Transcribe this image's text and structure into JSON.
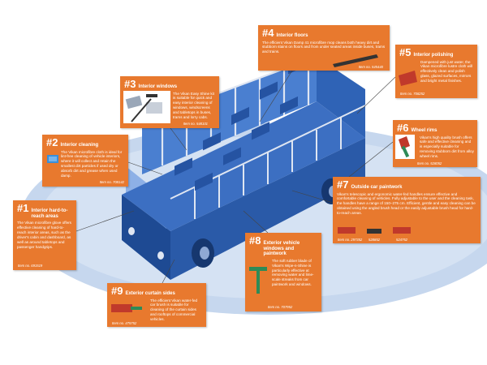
{
  "colors": {
    "callout_bg": "#e8792e",
    "bus_body": "#2f63b6",
    "bus_dark": "#1e4a93",
    "bus_light": "#5a8ad6",
    "ellipse": "#c6d7ee",
    "window_frame": "#dfe6f2"
  },
  "callouts": [
    {
      "id": "1",
      "number": "#1",
      "title": "Interior hard-to-reach areas",
      "description": "The Vikan microfibre glove offers effective cleaning of hard-to-reach interior areas, such as the driver's cabin and dashboard, as well as around tabletops and passenger handgrips.",
      "item": "Item no. 691519",
      "icon": "microfibre-glove-icon"
    },
    {
      "id": "2",
      "number": "#2",
      "title": "Interior cleaning",
      "description": "The Vikan microfibre cloth is ideal for lint-free cleaning of vehicle interiors, where it will collect and retain the smallest dirt particles if used dry or absorb dirt and grease when used damp.",
      "item": "Item no. 708142",
      "icon": "microfibre-cloth-icon"
    },
    {
      "id": "3",
      "number": "#3",
      "title": "Interior windows",
      "description": "The Vikan Easy Shine kit is suitable for quick and easy interior cleaning of windows, windscreens and tabletops in buses, trams and lorry cabs.",
      "item": "Item no. 548101",
      "icon": "window-kit-icon"
    },
    {
      "id": "4",
      "number": "#4",
      "title": "Interior floors",
      "description": "The efficient Vikan Damp 41 microfibre mop cleans both heavy dirt and stubborn stains on floors and from under seated areas inside buses, trams and trains.",
      "item": "Item no. 545440",
      "icon": "floor-mop-icon"
    },
    {
      "id": "5",
      "number": "#5",
      "title": "Interior polishing",
      "description": "Dampened with just water, the Vikan microfibre lustre cloth will effectively clean and polish glass, glazed surfaces, mirrors and bright metal finishes.",
      "item": "Item no. 708252",
      "icon": "polishing-cloth-icon"
    },
    {
      "id": "6",
      "number": "#6",
      "title": "Wheel rims",
      "description": "Vikan's high quality brush offers safe and effective cleaning and is especially suitable for removing stubborn dirt from alloy wheel rims.",
      "item": "Item no. 528052",
      "icon": "wheel-brush-icon"
    },
    {
      "id": "7",
      "number": "#7",
      "title": "Outside car paintwork",
      "description": "Vikan's telescopic and ergonomic water-fed handles ensure effective and comfortable cleaning of vehicles. Fully adjustable to the user and the cleaning task, the handles have a range of 150–275 cm. Efficient, gentle and easy cleaning can be obtained using the angled brush head or the easily adjustable brush head for hard-to-reach areas.",
      "items": [
        "Item no. 297352",
        "528852",
        "524752"
      ],
      "icon": "water-fed-brush-icon"
    },
    {
      "id": "8",
      "number": "#8",
      "title": "Exterior vehicle windows and paintwork",
      "description": "The soft rubber blade of Vikan's Wipe-n-Shine is particularly effective at removing water and lime-scale streaks from car paintwork and windows.",
      "item": "Item no. 707952",
      "icon": "squeegee-icon"
    },
    {
      "id": "9",
      "number": "#9",
      "title": "Exterior curtain sides",
      "description": "The efficient Vikan water-fed car brush is suitable for cleaning of the curtain sides and rooftops of commercial vehicles.",
      "item": "Item no. 475752",
      "icon": "car-brush-icon"
    }
  ]
}
